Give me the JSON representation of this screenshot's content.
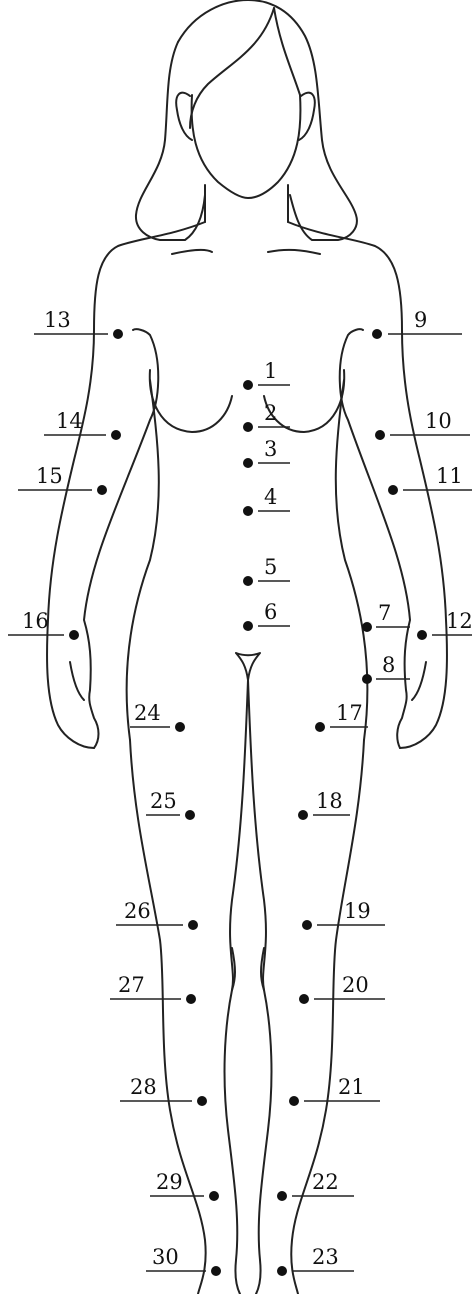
{
  "figure": {
    "points": [
      {
        "id": "1",
        "label": "1"
      },
      {
        "id": "2",
        "label": "2"
      },
      {
        "id": "3",
        "label": "3"
      },
      {
        "id": "4",
        "label": "4"
      },
      {
        "id": "5",
        "label": "5"
      },
      {
        "id": "6",
        "label": "6"
      },
      {
        "id": "7",
        "label": "7"
      },
      {
        "id": "8",
        "label": "8"
      },
      {
        "id": "9",
        "label": "9"
      },
      {
        "id": "10",
        "label": "10"
      },
      {
        "id": "11",
        "label": "11"
      },
      {
        "id": "12",
        "label": "12"
      },
      {
        "id": "13",
        "label": "13"
      },
      {
        "id": "14",
        "label": "14"
      },
      {
        "id": "15",
        "label": "15"
      },
      {
        "id": "16",
        "label": "16"
      },
      {
        "id": "17",
        "label": "17"
      },
      {
        "id": "18",
        "label": "18"
      },
      {
        "id": "19",
        "label": "19"
      },
      {
        "id": "20",
        "label": "20"
      },
      {
        "id": "21",
        "label": "21"
      },
      {
        "id": "22",
        "label": "22"
      },
      {
        "id": "23",
        "label": "23"
      },
      {
        "id": "24",
        "label": "24"
      },
      {
        "id": "25",
        "label": "25"
      },
      {
        "id": "26",
        "label": "26"
      },
      {
        "id": "27",
        "label": "27"
      },
      {
        "id": "28",
        "label": "28"
      },
      {
        "id": "29",
        "label": "29"
      },
      {
        "id": "30",
        "label": "30"
      }
    ]
  }
}
